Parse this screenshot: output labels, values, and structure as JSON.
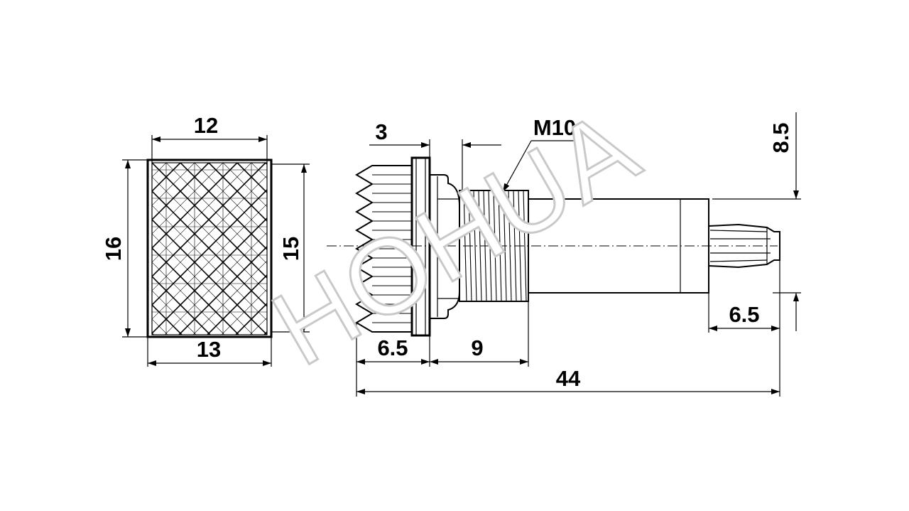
{
  "dimensions": {
    "cap_top_width": "12",
    "cap_bottom_width": "13",
    "cap_height_outer": "16",
    "cap_height_inner": "15",
    "knurl_ring_width": "3",
    "thread_spec": "M10",
    "terminal_height": "8.5",
    "terminal_length": "6.5",
    "head_length": "6.5",
    "thread_length": "9",
    "total_length": "44"
  },
  "watermark": "HOHUA",
  "colors": {
    "line": "#000000",
    "watermark_stroke": "#c9c9c9",
    "background": "#ffffff"
  }
}
